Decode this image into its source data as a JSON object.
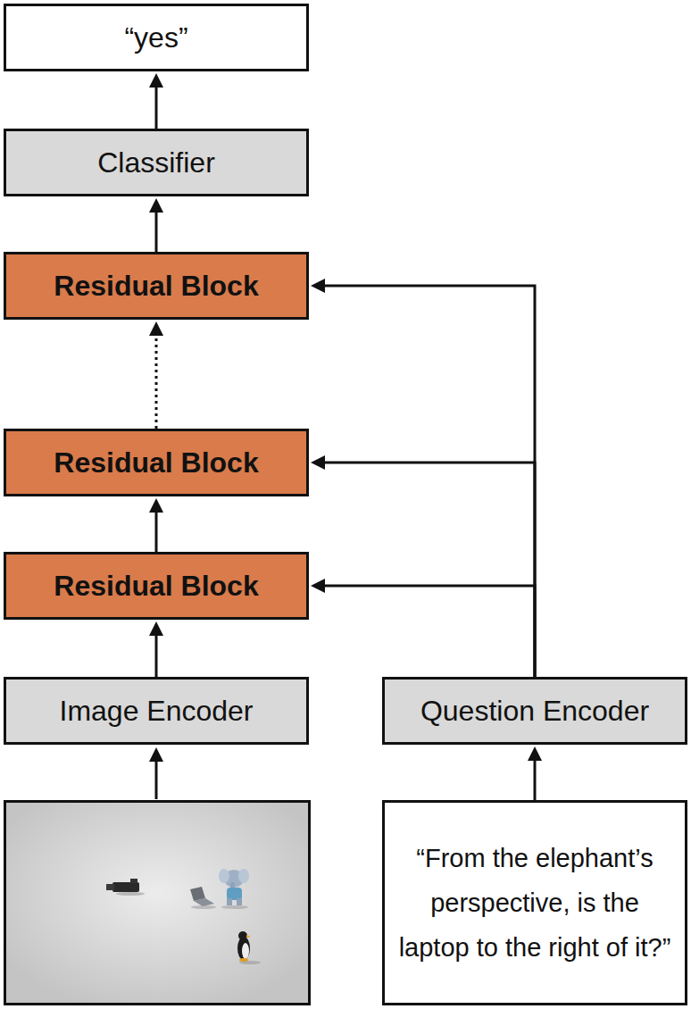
{
  "diagram": {
    "nodes": [
      {
        "text": [
          "“yes”"
        ]
      },
      {
        "text": [
          "Classifier"
        ]
      },
      {
        "text": [
          "Residual Block"
        ]
      },
      {
        "text": [
          "Residual Block"
        ]
      },
      {
        "text": [
          "Residual Block"
        ]
      },
      {
        "text": [
          "Image Encoder"
        ]
      },
      {
        "text": [
          "Question Encoder"
        ]
      },
      {
        "text": [
          "“From the elephant’s perspective, is the laptop to the right of it?”"
        ]
      }
    ],
    "edges": [
      {
        "from": 1,
        "to": 0,
        "arrow": "to"
      },
      {
        "from": 2,
        "to": 1,
        "arrow": "to"
      },
      {
        "from": 3,
        "to": 2,
        "arrow": "to"
      },
      {
        "from": 4,
        "to": 3,
        "arrow": "to"
      },
      {
        "from": 5,
        "to": 4,
        "arrow": "to"
      },
      {
        "from": 7,
        "to": 6,
        "arrow": "to"
      },
      {
        "from": 6,
        "to": 2,
        "arrow": "to"
      },
      {
        "from": 6,
        "to": 3,
        "arrow": "to"
      },
      {
        "from": 6,
        "to": 4,
        "arrow": "to"
      }
    ]
  }
}
